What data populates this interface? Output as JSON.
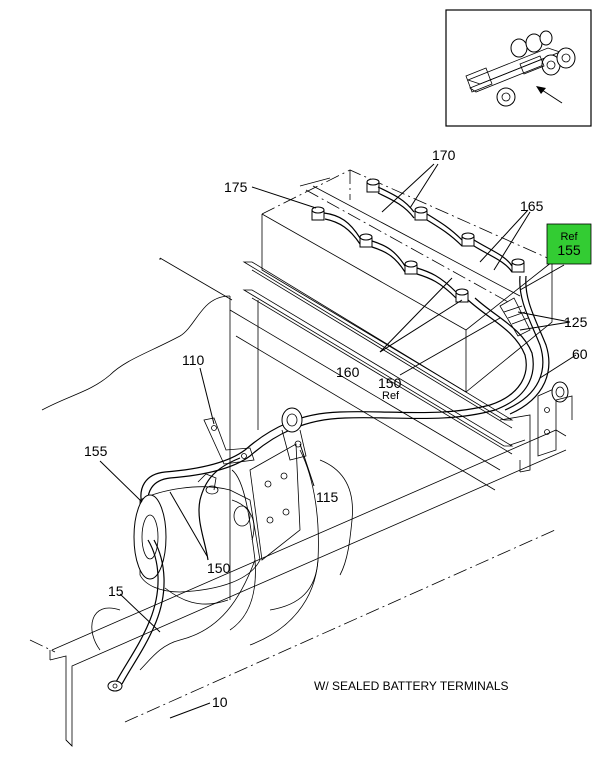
{
  "callouts": {
    "c10": "10",
    "c15": "15",
    "c60": "60",
    "c110": "110",
    "c115": "115",
    "c125": "125",
    "c150_lower": "150",
    "c150_upper": "150",
    "c150_ref": "Ref",
    "c155": "155",
    "c160": "160",
    "c165": "165",
    "c170": "170",
    "c175": "175"
  },
  "ref_box": {
    "line1": "Ref",
    "line2": "155",
    "color": "#33cc33"
  },
  "caption": "W/ SEALED BATTERY TERMINALS",
  "inset": {
    "icon": "vehicle-chassis-locator-icon"
  }
}
